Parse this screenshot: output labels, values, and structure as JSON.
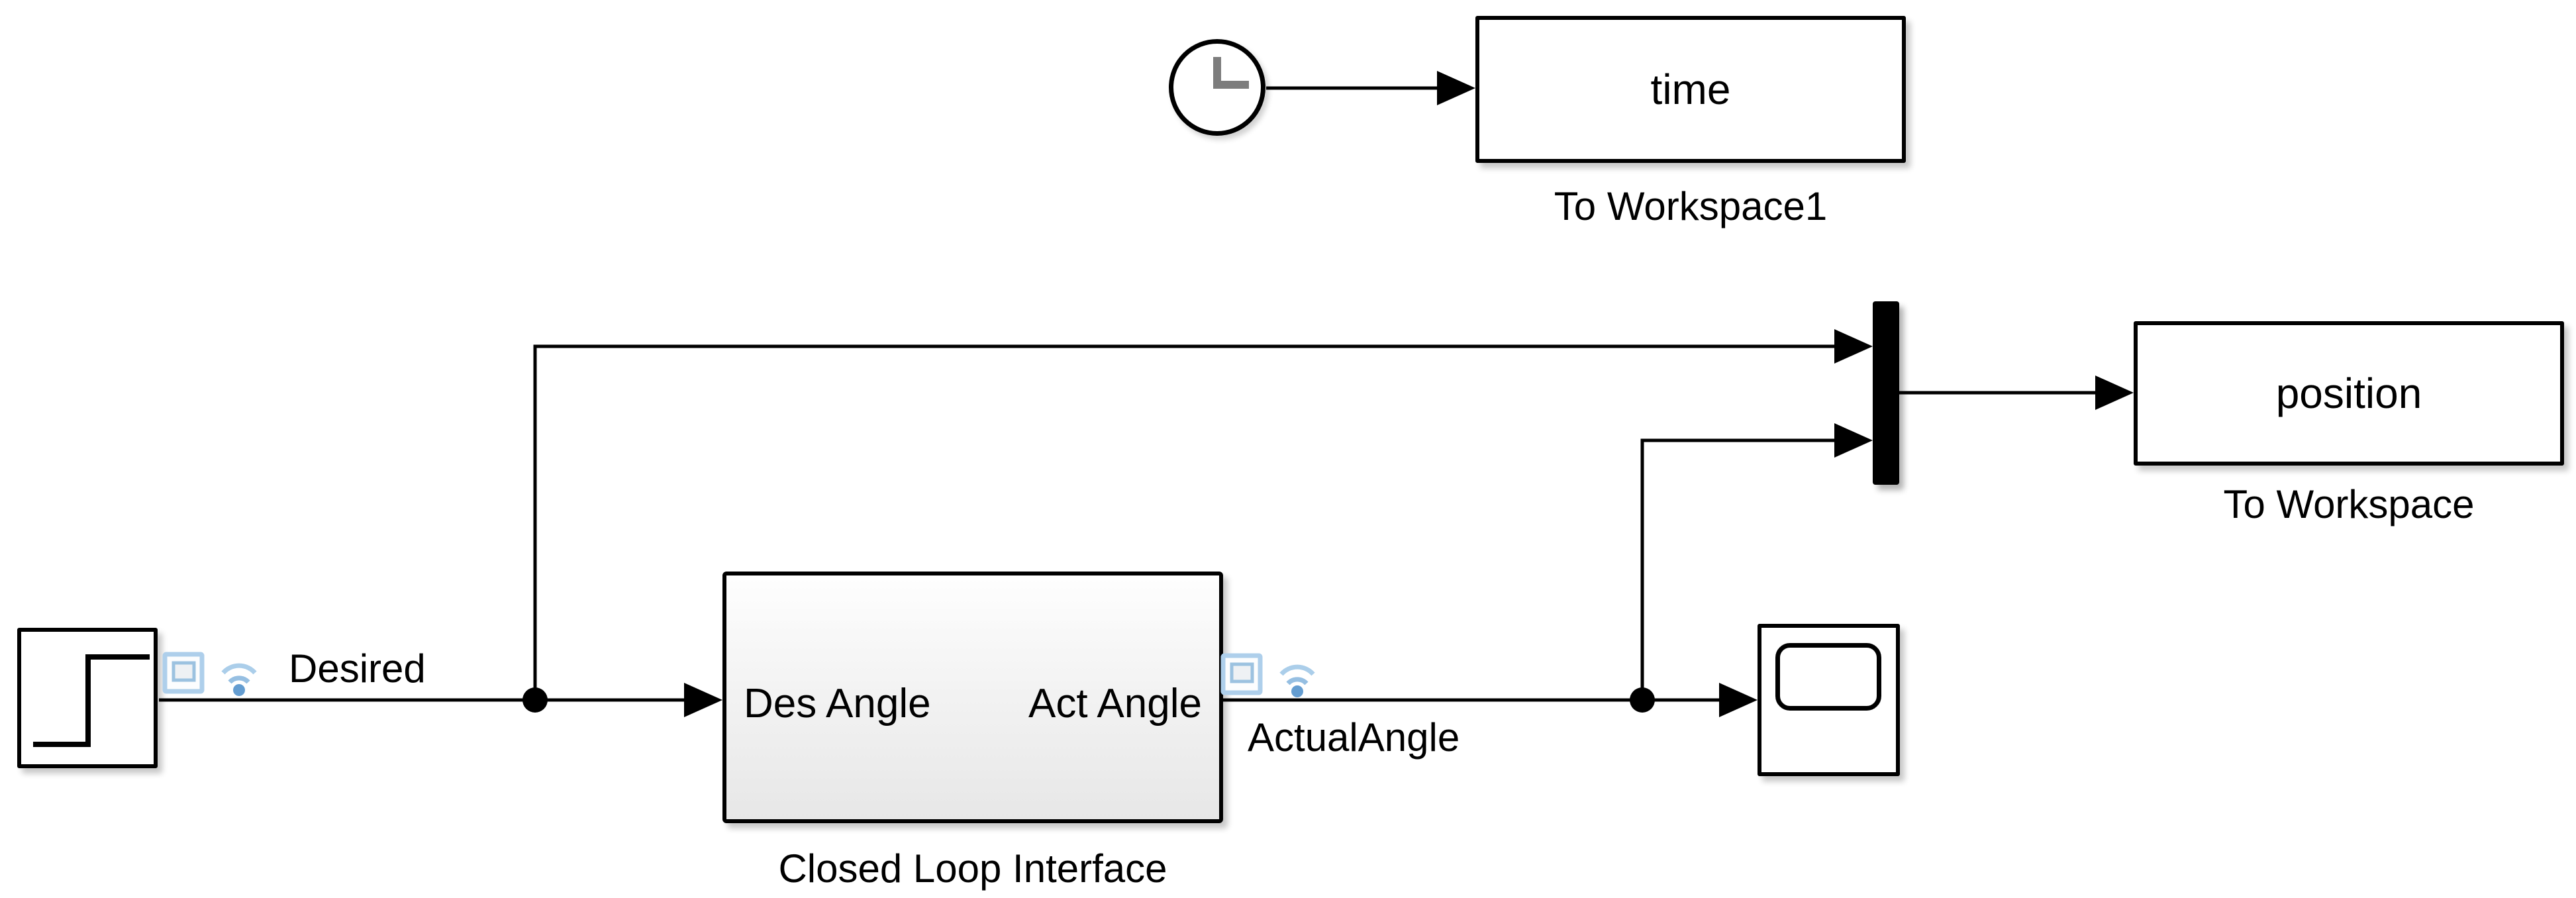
{
  "blocks": {
    "step": {
      "icon": "step-signal-icon"
    },
    "clock": {
      "icon": "clock-icon"
    },
    "to_workspace1": {
      "variable": "time",
      "caption": "To Workspace1"
    },
    "closed_loop": {
      "caption": "Closed Loop Interface",
      "port_in": "Des Angle",
      "port_out": "Act Angle"
    },
    "mux": {
      "icon": "mux-bar-icon"
    },
    "scope": {
      "icon": "scope-screen-icon"
    },
    "to_workspace": {
      "variable": "position",
      "caption": "To Workspace"
    }
  },
  "signals": {
    "desired": {
      "label": "Desired"
    },
    "actual_angle": {
      "label": "ActualAngle"
    }
  },
  "icons": {
    "logging_badge": "signal-logging-badge-icon",
    "streaming_badge": "signal-streaming-wifi-icon"
  },
  "colors": {
    "background": "#ffffff",
    "wire": "#000000",
    "block_border": "#000000",
    "subsystem_gradient_bottom": "#e7e7e7",
    "clock_hands": "#7d7d7d",
    "badge_light_blue": "#aecfeb",
    "badge_mid_blue": "#96bfe2",
    "badge_dot_blue": "#649dd1"
  }
}
